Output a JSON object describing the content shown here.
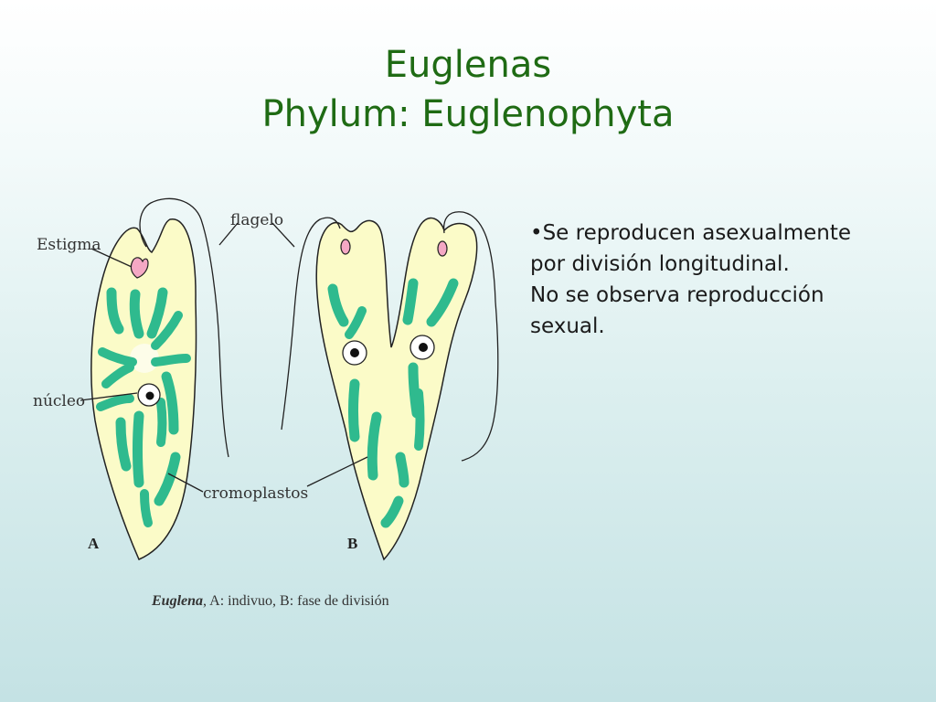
{
  "slide": {
    "title_line1": "Euglenas",
    "title_line2": "Phylum: Euglenophyta",
    "bullet_mark": "•",
    "text_line1": "Se  reproducen asexualmente",
    "text_line2": "por división longitudinal.",
    "text_line3": "No se observa reproducción",
    "text_line4": "sexual."
  },
  "diagram": {
    "label_estigma": "Estigma",
    "label_flagelo": "flagelo",
    "label_nucleo": "núcleo",
    "label_cromoplastos": "cromoplastos",
    "label_a": "A",
    "label_b": "B",
    "caption_genus": "Euglena",
    "caption_rest": ", A: indivuo,  B: fase de división"
  },
  "colors": {
    "title": "#1f6b14",
    "cell_fill": "#fbfbc8",
    "chromoplast": "#2fba8e",
    "stigma": "#f4a8c4"
  }
}
